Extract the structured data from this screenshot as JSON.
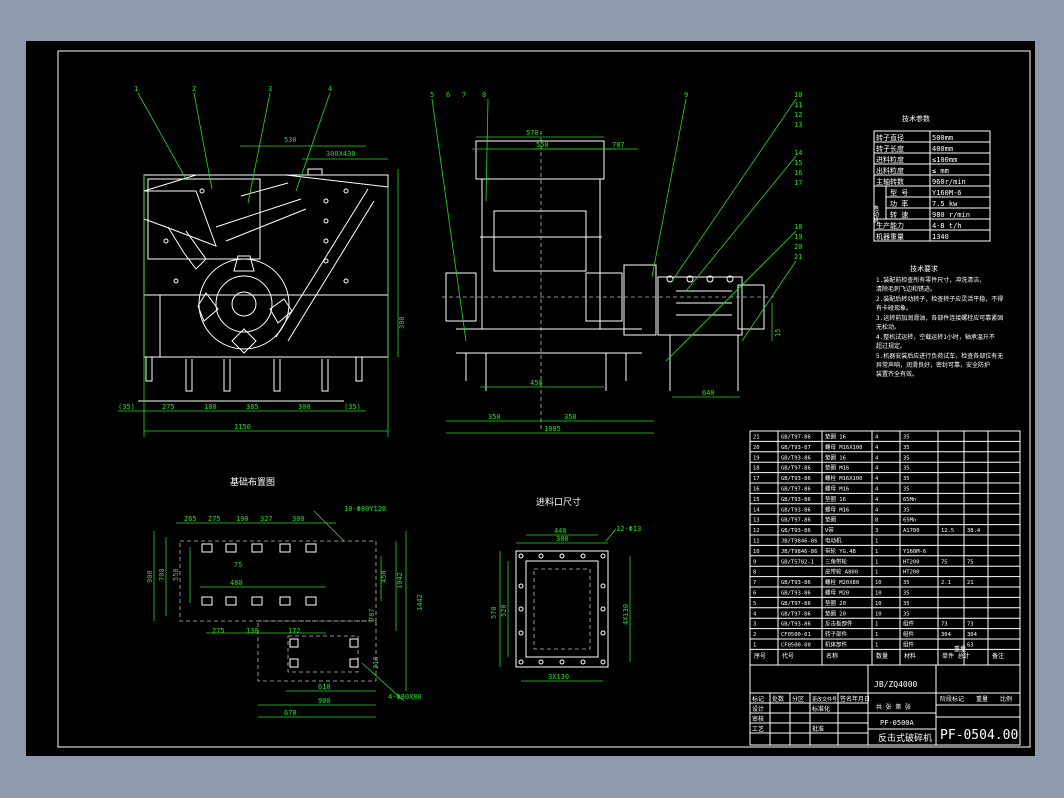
{
  "drawing": {
    "drawing_no": "PF-0504.00",
    "std_code": "JB/ZQ4000",
    "model": "PF-0500A",
    "name": "反击式破碎机"
  },
  "views": {
    "foundation_title": "基础布置图",
    "inlet_title": "进料口尺寸"
  },
  "balloons": [
    "1",
    "2",
    "3",
    "4",
    "5",
    "6",
    "7",
    "8",
    "9",
    "10",
    "11",
    "12",
    "13",
    "14",
    "15",
    "16",
    "17",
    "18",
    "19",
    "20",
    "21"
  ],
  "front_dims": {
    "d530": "530",
    "d300x430": "300X430",
    "d300": "300",
    "d35a": "(35)",
    "d275": "275",
    "d180": "180",
    "d385": "385",
    "d300b": "300",
    "d35b": "(35)",
    "d1150": "1150"
  },
  "side_dims": {
    "d570": "570",
    "d550": "550",
    "d787": "787",
    "d450": "450",
    "d350a": "350",
    "d350b": "350",
    "d1005": "1005",
    "d640": "640",
    "d15": "15"
  },
  "foundation_dims": {
    "d265": "265",
    "d275": "275",
    "d190": "190",
    "d327": "327",
    "d300": "300",
    "bolts": "10-Φ80Y120",
    "d900": "900",
    "d700": "700",
    "d550": "550",
    "d480": "480",
    "d75": "75",
    "d275b": "275",
    "d130": "130",
    "d172": "172",
    "d787": "787",
    "d450": "450",
    "d1042": "1042",
    "d1442": "1442",
    "d610": "610",
    "d900b": "900",
    "d670": "670",
    "d210": "210",
    "bolts2": "4-Φ80X80"
  },
  "inlet_dims": {
    "d440": "440",
    "d380": "380",
    "holes": "12-Φ13",
    "d570": "570",
    "d520": "520",
    "d4x130": "4X130",
    "d3x130": "3X130"
  },
  "tech_params": {
    "heading": "技术参数",
    "rows": [
      [
        "转子直径",
        "500mm"
      ],
      [
        "转子长度",
        "400mm"
      ],
      [
        "进料粒度",
        "≤100mm"
      ],
      [
        "出料粒度",
        "≤  mm"
      ],
      [
        "主轴转数",
        "960r/min"
      ],
      [
        "型 号",
        "Y160M-6"
      ],
      [
        "功 率",
        "7.5  kw"
      ],
      [
        "转 速",
        "980 r/min"
      ],
      [
        "生产能力",
        "4-8  t/h"
      ],
      [
        "机器重量",
        "1340"
      ]
    ],
    "motor_label": "电动机"
  },
  "notes": {
    "heading": "技术要求",
    "lines": [
      "1.装配前检查所有零件尺寸，冲洗清洁，",
      "  清除毛刺飞边和锈迹。",
      "2.装配后转动转子，检查转子应灵活平稳，不得",
      "  有卡碰现象。",
      "3.运转前加润滑油，各部件连接螺栓应可靠紧固",
      "  无松动。",
      "4.整机试运转，空载运转1小时，轴承温升不",
      "  超过规定。",
      "5.机器安装后应进行负荷试车，检查各部位有无",
      "  异常声响，润滑良好，密封可靠，安全防护",
      "  装置齐全有效。"
    ]
  },
  "bom": {
    "rows": [
      [
        "21",
        "GB/T97-86",
        "垫圈 16",
        "4",
        "35",
        "",
        ""
      ],
      [
        "20",
        "GB/T93-87",
        "螺母 M16X100",
        "4",
        "35",
        "",
        ""
      ],
      [
        "19",
        "GB/T93-86",
        "垫圈 16",
        "4",
        "35",
        "",
        ""
      ],
      [
        "18",
        "GB/T97-86",
        "垫圈 M16",
        "4",
        "35",
        "",
        ""
      ],
      [
        "17",
        "GB/T93-86",
        "螺栓 M16X100",
        "4",
        "35",
        "",
        ""
      ],
      [
        "16",
        "GB/T97-86",
        "螺母 M16",
        "4",
        "35",
        "",
        ""
      ],
      [
        "15",
        "GB/T93-86",
        "垫圈 16",
        "4",
        "65Mn",
        "",
        ""
      ],
      [
        "14",
        "GB/T93-86",
        "螺母 M16",
        "4",
        "35",
        "",
        ""
      ],
      [
        "13",
        "GB/T97-86",
        "垫圈",
        "8",
        "65Mn",
        "",
        ""
      ],
      [
        "12",
        "GB/T93-86",
        "V带",
        "3",
        "A1700",
        "12.5",
        "38.4"
      ],
      [
        "11",
        "JB/T9846-86",
        "电动机",
        "1",
        "",
        "",
        ""
      ],
      [
        "10",
        "JB/T9846-86",
        "带轮 YG.4B",
        "1",
        "Y160M-6",
        "",
        ""
      ],
      [
        "9",
        "GB/T5782-1",
        "三角带轮",
        "1",
        "HT200",
        "75",
        "75"
      ],
      [
        "8",
        "",
        "皮带轮 A800",
        "1",
        "HT200",
        "",
        ""
      ],
      [
        "7",
        "GB/T93-86",
        "螺栓 M20X80",
        "10",
        "35",
        "2.1",
        "21"
      ],
      [
        "6",
        "GB/T93-86",
        "螺母 M20",
        "10",
        "35",
        "",
        ""
      ],
      [
        "5",
        "GB/T97-86",
        "垫圈 20",
        "10",
        "35",
        "",
        ""
      ],
      [
        "4",
        "GB/T97-86",
        "垫圈 20",
        "10",
        "35",
        "",
        ""
      ],
      [
        "3",
        "GB/T93-86",
        "反击板部件",
        "1",
        "组件",
        "73",
        "73"
      ],
      [
        "2",
        "CF0500-01",
        "转子部件",
        "1",
        "组件",
        "304",
        "304"
      ],
      [
        "1",
        "CF0500-00",
        "机体部件",
        "1",
        "组件",
        "",
        "63"
      ]
    ],
    "header": [
      "序号",
      "代号",
      "名称",
      "数量",
      "材料",
      "单件 总计",
      "备注"
    ],
    "header_sub": "重量"
  },
  "title_block": {
    "labels": [
      "标记",
      "处数",
      "分区",
      "更改文件号",
      "签名",
      "年月日"
    ],
    "roles": [
      "设计",
      "标准化",
      "审核",
      "工艺",
      "批准"
    ],
    "right_labels": [
      "阶段标记",
      "重量",
      "比例"
    ],
    "sheet": "共  张  第  张"
  }
}
